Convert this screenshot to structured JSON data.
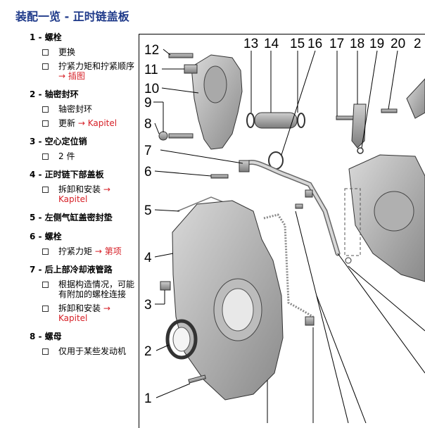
{
  "title": "装配一览 - 正时链盖板",
  "items": [
    {
      "head": "1 - 螺栓",
      "subs": [
        {
          "text": "更换",
          "link": ""
        },
        {
          "text": "拧紧力矩和拧紧顺序",
          "link": "→ 插图"
        }
      ]
    },
    {
      "head": "2 - 轴密封环",
      "subs": [
        {
          "text": "轴密封环",
          "link": ""
        },
        {
          "text": "更新",
          "link": "→ Kapitel"
        }
      ]
    },
    {
      "head": "3 - 空心定位销",
      "subs": [
        {
          "text": "2 件",
          "link": ""
        }
      ]
    },
    {
      "head": "4 - 正时链下部盖板",
      "subs": [
        {
          "text": "拆卸和安装",
          "link": "→ Kapitel"
        }
      ]
    },
    {
      "head": "5 - 左侧气缸盖密封垫",
      "subs": []
    },
    {
      "head": "6 - 螺栓",
      "subs": [
        {
          "text": "拧紧力矩",
          "link": "→ 第项"
        }
      ]
    },
    {
      "head": "7 - 后上部冷却液管路",
      "subs": [
        {
          "text": "根据构造情况，可能有附加的螺栓连接",
          "link": ""
        },
        {
          "text": "拆卸和安装",
          "link": "→ Kapitel"
        }
      ]
    },
    {
      "head": "8 - 螺母",
      "subs": [
        {
          "text": "仅用于某些发动机",
          "link": ""
        }
      ]
    }
  ],
  "diagram": {
    "callouts_left": [
      "12",
      "11",
      "10",
      "9",
      "8",
      "7",
      "6",
      "5",
      "4",
      "3",
      "2",
      "1"
    ],
    "callouts_top": [
      "13",
      "14",
      "15",
      "16",
      "17",
      "18",
      "19",
      "20",
      "2"
    ]
  }
}
